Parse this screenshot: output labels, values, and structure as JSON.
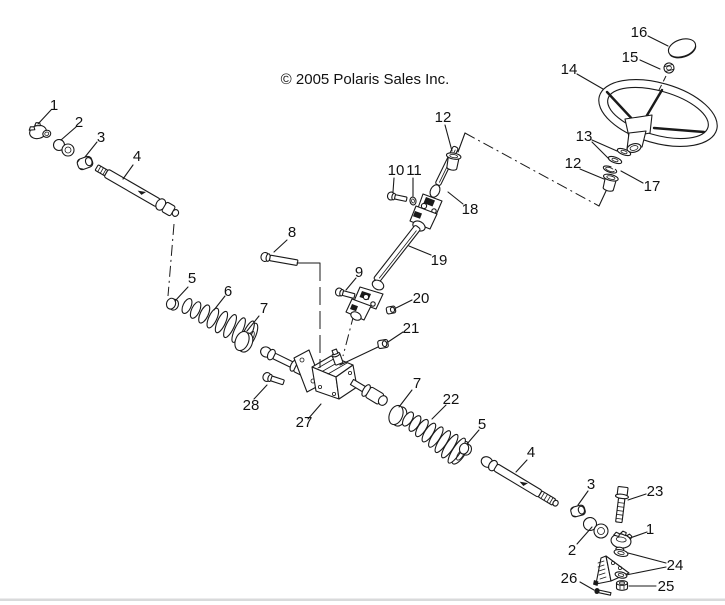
{
  "copyright": "© 2005 Polaris Sales Inc.",
  "callouts": {
    "c1_upper": "1",
    "c2_upper": "2",
    "c3_upper": "3",
    "c4_upper": "4",
    "c5_left": "5",
    "c6": "6",
    "c7_left": "7",
    "c8": "8",
    "c9": "9",
    "c10": "10",
    "c11": "11",
    "c12_left": "12",
    "c12_right": "12",
    "c13": "13",
    "c14": "14",
    "c15": "15",
    "c16": "16",
    "c17": "17",
    "c18": "18",
    "c19": "19",
    "c20": "20",
    "c21": "21",
    "c7_right": "7",
    "c22": "22",
    "c5_right": "5",
    "c4_lower": "4",
    "c3_lower": "3",
    "c2_lower": "2",
    "c1_lower": "1",
    "c23": "23",
    "c24": "24",
    "c25": "25",
    "c26": "26",
    "c27": "27",
    "c28": "28"
  },
  "colors": {
    "line": "#1a1a1a",
    "footer_rule": "#d9dadb",
    "background": "#ffffff"
  }
}
